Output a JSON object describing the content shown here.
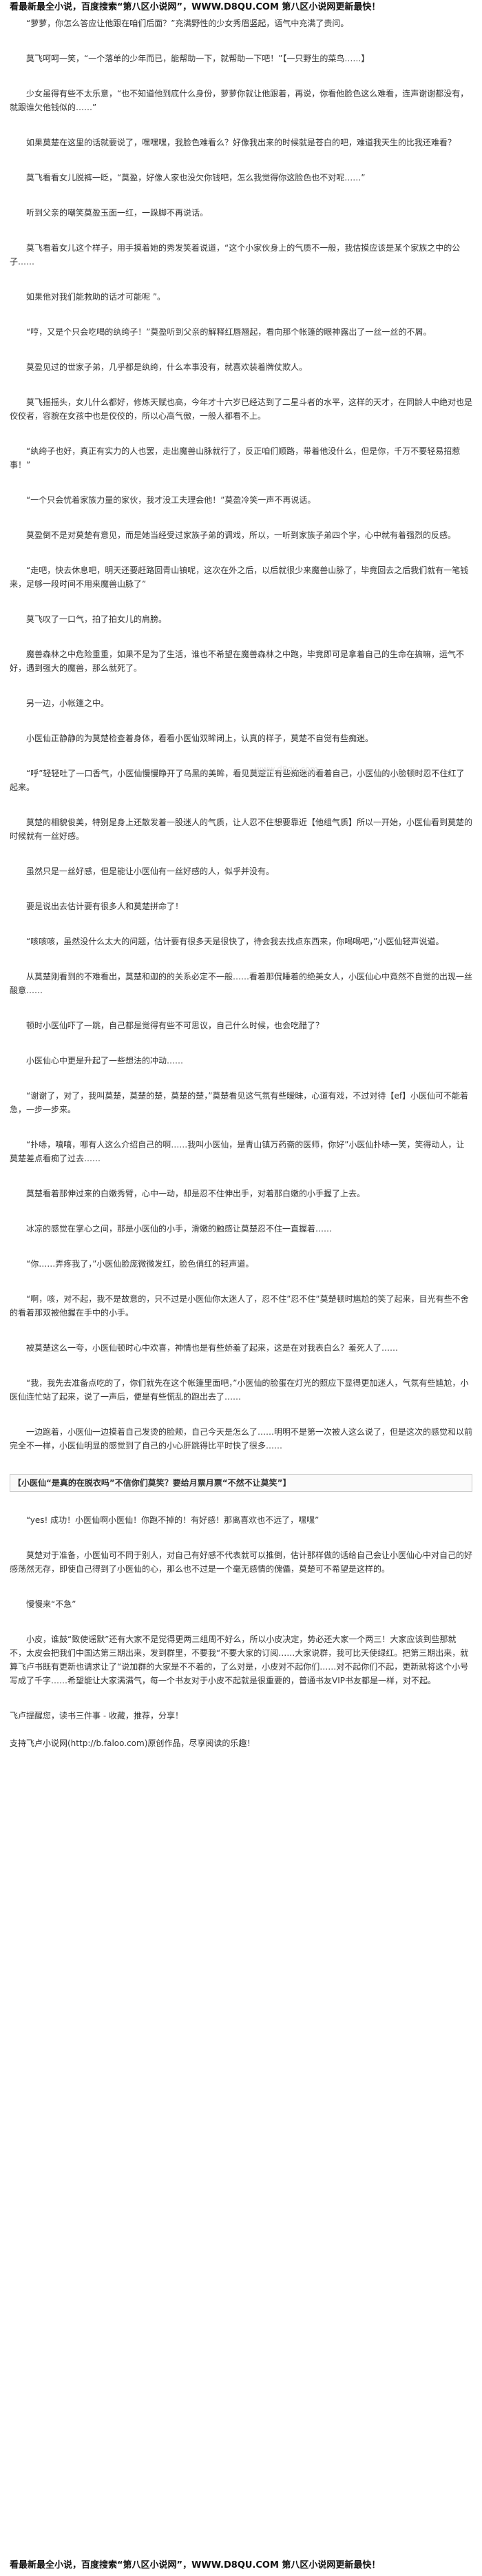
{
  "banner_top": "看最新最全小说，百度搜索“第八区小说网”，WWW.D8QU.COM 第八区小说网更新最快！",
  "banner_bottom": "看最新最全小说，百度搜索“第八区小说网”，WWW.D8QU.COM 第八区小说网更新最快！",
  "watermark": "www.d8qu.com",
  "paragraphs": [
    "“萝萝，你怎么答应让他跟在咱们后面？”充满野性的少女秀眉竖起，语气中充满了责问。",
    "莫飞呵呵一笑，“一个落单的少年而已，能帮助一下，就帮助一下吧！”【一只野生的菜鸟……】",
    "少女虽得有些不太乐意，“也不知道他到底什么身份，萝萝你就让他跟着，再说，你看他脸色这么难看，连声谢谢都没有，就跟谁欠他钱似的……”",
    "如果莫楚在这里的话就要说了，嘿嘿嘿，我脸色难看么？好像我出来的时候就是苍白的吧，难道我天生的比我还难看？",
    "莫飞看看女儿脱裤一眨，“莫盈，好像人家也没欠你钱吧，怎么我觉得你这脸色也不对呢……”",
    "听到父亲的嘲笑莫盈玉面一红，一跺脚不再说话。",
    "莫飞看着女儿这个样子，用手摸着她的秀发笑着说道，“这个小家伙身上的气质不一般，我估摸应该是某个家族之中的公子……",
    "如果他对我们能救助的话才可能呢 ”。",
    "“哼，又是个只会吃喝的纨绔子！”莫盈听到父亲的解释红唇翘起，看向那个帐篷的眼神露出了一丝一丝的不屑。",
    "莫盈见过的世家子弟，几乎都是纨绔，什么本事没有，就喜欢装着牌仗欺人。",
    "莫飞摇摇头，女儿什么都好，修炼天赋也高，今年才十六岁已经达到了二星斗者的水平，这样的天才，在同龄人中绝对也是佼佼者，容貌在女孩中也是佼佼的，所以心高气傲，一般人都看不上。",
    "“纨绔子也好，真正有实力的人也罢，走出魔兽山脉就行了，反正咱们顺路，带着他没什么，但是你，千万不要轻易招惹事！”",
    "“一个只会忧着家族力量的家伙，我才没工夫理会他！”莫盈冷笑一声不再说话。",
    "莫盈倒不是对莫楚有意见，而是她当经受过家族子弟的调戏，所以，一听到家族子弟四个字，心中就有着强烈的反感。",
    "“走吧，快去休息吧，明天还要赶路回青山镇呢，这次在外之后，以后就很少来魔兽山脉了，毕竟回去之后我们就有一笔钱来，足够一段时间不用来魔兽山脉了”",
    "莫飞叹了一口气，拍了拍女儿的肩膀。",
    "魔兽森林之中危险重重，如果不是为了生活，谁也不希望在魔兽森林之中跑，毕竟即可是拿着自己的生命在搞嘛，运气不好，遇到强大的魔兽，那么就死了。",
    "另一边，小帐篷之中。",
    "小医仙正静静的为莫楚检查着身体，看看小医仙双眸闭上，认真的样子，莫楚不自觉有些痴迷。",
    "“呼”轻轻吐了一口香气，小医仙慢慢睁开了乌黑的美眸，看见莫楚正有些痴迷的看着自己，小医仙的小脸顿时忍不住红了起来。",
    "莫楚的相貌俊美，特别是身上还散发着一股迷人的气质，让人忍不住想要靠近【他组气质】所以一开始，小医仙看到莫楚的时候就有一丝好感。",
    "虽然只是一丝好感，但是能让小医仙有一丝好感的人，似乎并没有。",
    "要是说出去估计要有很多人和莫楚拼命了！",
    "“咳咳咳，虽然没什么太大的问题，估计要有很多天是很快了，待会我去找点东西来，你喝喝吧，”小医仙轻声说道。",
    "从莫楚刚看到的不难看出，莫楚和迦的的关系必定不一般……看着那侃睡着的绝美女人，小医仙心中竟然不自觉的出现一丝酸意……",
    "顿时小医仙吓了一跳，自己都是觉得有些不可思议，自己什么时候，也会吃醋了？",
    "小医仙心中更是升起了一些想法的冲动……",
    "“谢谢了，对了，我叫莫楚，莫楚的楚，莫楚的楚，”莫楚看见这气氛有些暧昧，心道有戏，不过对待【ef】小医仙可不能着急，一步一步来。",
    "“扑哧，嘻嘻，哪有人这么介绍自己的啊……我叫小医仙，是青山镇万药斋的医师，你好”小医仙扑哧一笑，笑得动人，让莫楚差点看痴了过去……",
    "莫楚看着那伸过来的白嫩秀臂，心中一动，却是忍不住伸出手，对着那白嫩的小手握了上去。",
    "冰凉的感觉在掌心之间，那是小医仙的小手，滑嫩的触感让莫楚忍不住一直握着……",
    "“你……弄疼我了，”小医仙脸庞微微发红，脸色俏红的轻声道。",
    "“啊，咳，对不起，我不是故意的，只不过是小医仙你太迷人了，忍不住”忍不住”莫楚顿时尴尬的笑了起来，目光有些不舍的看着那双被他握在手中的小手。",
    "被莫楚这么一夸，小医仙顿时心中欢喜，神情也是有些娇羞了起来，这是在对我表白么？羞死人了……",
    "“我，我先去准备点吃的了，你们就先在这个帐篷里面吧，”小医仙的脸蛋在灯光的照应下显得更加迷人，气氛有些尴尬，小医仙连忙站了起来，说了一声后，便是有些慌乱的跑出去了……",
    "一边跑着，小医仙一边摸着自己发烫的脸颊，自己今天是怎么了……明明不是第一次被人这么说了，但是这次的感觉和以前完全不一样，小医仙明显的感觉到了自己的小心肝跳得比平时快了很多……",
    "【小医仙“是真的在脱衣吗”不信你们莫笑？要给月票月票“不然不让莫笑”】",
    "“yes! 成功！小医仙啊小医仙！你跑不掉的！有好感！那离喜欢也不远了，嘿嘿”",
    "莫楚对于准备，小医仙可不同于别人，对自己有好感不代表就可以推倒，估计那样做的话给自己会让小医仙心中对自己的好感荡然无存，即使自己得到了小医仙的心，那么也不过是一个毫无感情的傀儡，莫楚可不希望是这样的。",
    "慢慢来“不急”",
    "小皮，谁鼓“致使谣默”还有大家不是觉得更两三组周不好么，所以小皮决定，势必还大家一个两三！大家应该到些那就不，太皮会把我们中国达第三期出来，发到群里，不要我“不要大家的订阅……大家说群，我可比天使绿红。把第三期出来，就算飞卢书既有更新也请求让了“说加群的大家是不不着的，了么对是，小皮对不起你们……对不起你们不起，更新就将这个小号写成了千字……希望能让大家满满气，每一个书友对于小皮不起就是很重要的，普通书友VIP书友都是一样，对不起。",
    "飞卢提醒您，读书三件事 - 收藏，推荐，分享！",
    "支持飞卢小说网(http://b.faloo.com)原创作品，尽享阅读的乐趣！"
  ]
}
